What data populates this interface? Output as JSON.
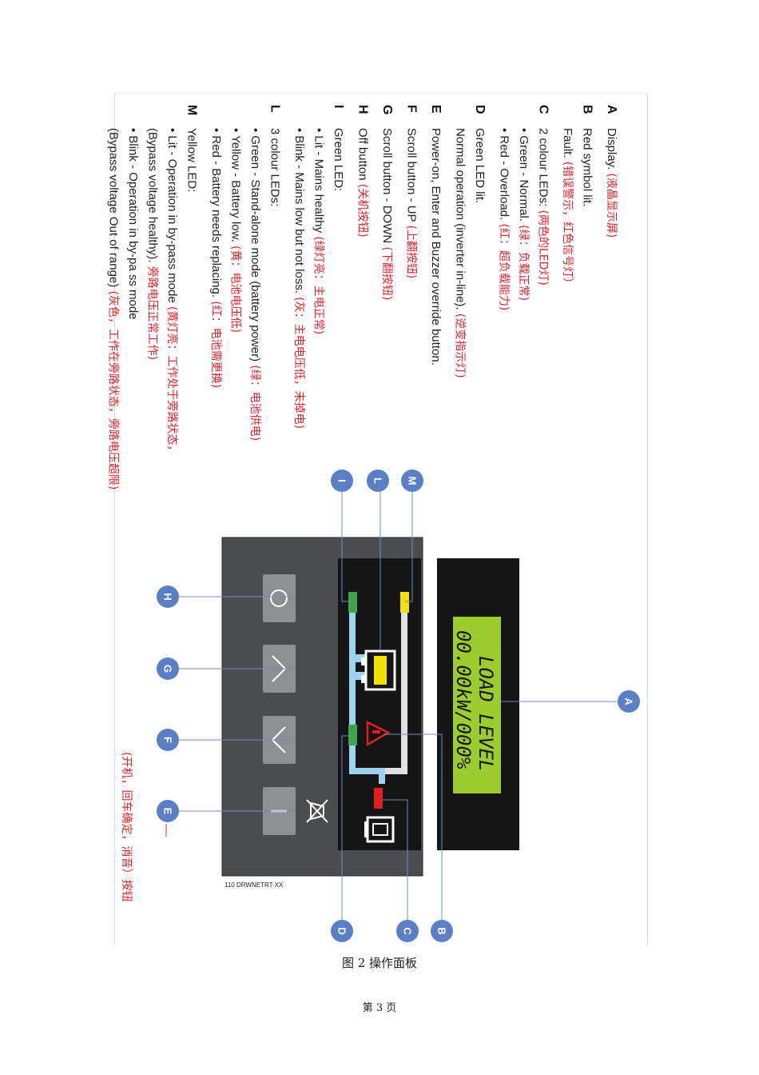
{
  "legend": [
    {
      "key": "A",
      "lines": [
        {
          "text": "Display. ",
          "cn": "(液晶显示屏)"
        }
      ]
    },
    {
      "key": "B",
      "lines": [
        {
          "text": "Red symbol lit."
        },
        {
          "text": "Fault.    ",
          "cn": "(错误警示，红色信号灯）"
        }
      ]
    },
    {
      "key": "C",
      "lines": [
        {
          "text": "2 colour LEDs: ",
          "cn": "(两色的LED灯)"
        },
        {
          "text": "• Green - Normal. ",
          "cn": "(绿：负载正常)"
        },
        {
          "text": "• Red - Overload. ",
          "cn": "(红：超负载能力)"
        }
      ]
    },
    {
      "key": "D",
      "lines": [
        {
          "text": "Green LED lit."
        },
        {
          "text": "Normal operation (inverter in-line). ",
          "cn": "(逆变指示灯)"
        }
      ]
    },
    {
      "key": "E",
      "lines": [
        {
          "text": "Power-on, Enter and Buzzer override button."
        }
      ]
    },
    {
      "key": "F",
      "lines": [
        {
          "text": "Scroll button - UP   ",
          "cn": "(上翻按钮)"
        }
      ]
    },
    {
      "key": "G",
      "lines": [
        {
          "text": "Scroll button - DOWN ",
          "cn": "(下翻按钮)"
        }
      ]
    },
    {
      "key": "H",
      "lines": [
        {
          "text": "Off button ",
          "cn": "(关机按钮)"
        }
      ]
    },
    {
      "key": "I",
      "lines": [
        {
          "text": "Green LED:"
        },
        {
          "text": "• Lit - Mains healthy              ",
          "cn": "(绿灯亮：主电正常)"
        },
        {
          "text": "• Blink - Mains low but not loss. ",
          "cn": "(灰：主电电压低，未掉电)"
        }
      ]
    },
    {
      "key": "L",
      "lines": [
        {
          "text": "3 colour LEDs:"
        },
        {
          "text": "• Green - Stand-alone mode (battery power) ",
          "cn": "(绿：电池供电)"
        },
        {
          "text": "• Yellow - Battery low.                              ",
          "cn": "(黄：电池电压低)"
        },
        {
          "text": "• Red - Battery needs replacing.                ",
          "cn": "(红：电池需更换)"
        }
      ]
    },
    {
      "key": "M",
      "lines": [
        {
          "text": "Yellow LED:"
        },
        {
          "text": "• Lit - Operation in by-pass mode        ",
          "cn": "(黄灯亮：工作处于旁路状态，"
        },
        {
          "text": "   (Bypass voltage healthy).                 ",
          "cn": "旁路电压正常工作)"
        },
        {
          "text": "• Blink - Operation in by-pa ss mode"
        },
        {
          "text": "   (Bypass voltage Out of range) ",
          "cn": "(灰色，工作在旁路状态，旁路电压超限)"
        }
      ]
    }
  ],
  "lcd": {
    "line1": "LOAD LEVEL",
    "line2": "00.00kW/000%"
  },
  "power_button_note": "(开机，回车确定，消音）按钮",
  "panel_code": "110 DRWNETRT-XX",
  "callouts": [
    "A",
    "B",
    "C",
    "D",
    "E",
    "F",
    "G",
    "H",
    "I",
    "L",
    "M"
  ],
  "caption": "图 2   操作面板",
  "page_number": "第 3 页",
  "colors": {
    "red_annotation": "#e8202a",
    "badge": "#5b7fc4",
    "panel": "#4a4c50",
    "lcd_screen": "#9ccc2e",
    "led_green": "#3ea34a",
    "led_yellow": "#f2e000",
    "led_red": "#e02020",
    "flow_blue": "#9ed3f0",
    "button": "#8d8f92"
  }
}
